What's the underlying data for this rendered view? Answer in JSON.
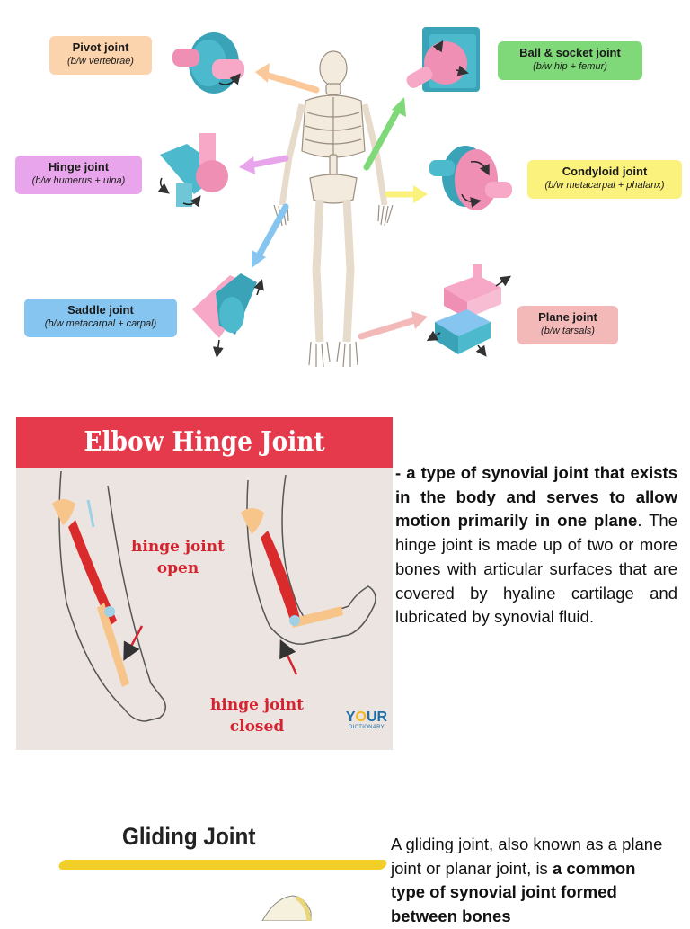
{
  "joints": {
    "pivot": {
      "name": "Pivot joint",
      "sub": "(b/w vertebrae)",
      "color": "#fbd3ad"
    },
    "hinge": {
      "name": "Hinge joint",
      "sub": "(b/w humerus + ulna)",
      "color": "#e9a5ec"
    },
    "saddle": {
      "name": "Saddle joint",
      "sub": "(b/w metacarpal + carpal)",
      "color": "#86c5f0"
    },
    "ball": {
      "name": "Ball & socket joint",
      "sub": "(b/w hip + femur)",
      "color": "#7fd979"
    },
    "condyloid": {
      "name": "Condyloid joint",
      "sub": "(b/w metacarpal + phalanx)",
      "color": "#fbf17d"
    },
    "plane": {
      "name": "Plane joint",
      "sub": "(b/w tarsals)",
      "color": "#f3b8b8"
    }
  },
  "elbow": {
    "title": "Elbow Hinge Joint",
    "open_l1": "hinge joint",
    "open_l2": "open",
    "closed_l1": "hinge joint",
    "closed_l2": "closed",
    "logo_top": "Y",
    "logo_o": "O",
    "logo_rest": "UR",
    "logo_sub": "DICTIONARY"
  },
  "hinge_text": {
    "bold": "- a type of synovial joint that exists in the body and serves to allow motion primarily in one plane",
    "rest": ". The hinge joint is made up of two or more bones with articular surfaces that are covered by hyaline cartilage and lubricated by synovial fluid."
  },
  "gliding": {
    "title": "Gliding Joint",
    "text_plain": "A gliding joint, also known as a plane joint or planar joint, is ",
    "text_bold": "a common type of synovial joint formed between bones"
  },
  "colors": {
    "accent_red": "#e53a4b",
    "label_red": "#d4232f"
  }
}
